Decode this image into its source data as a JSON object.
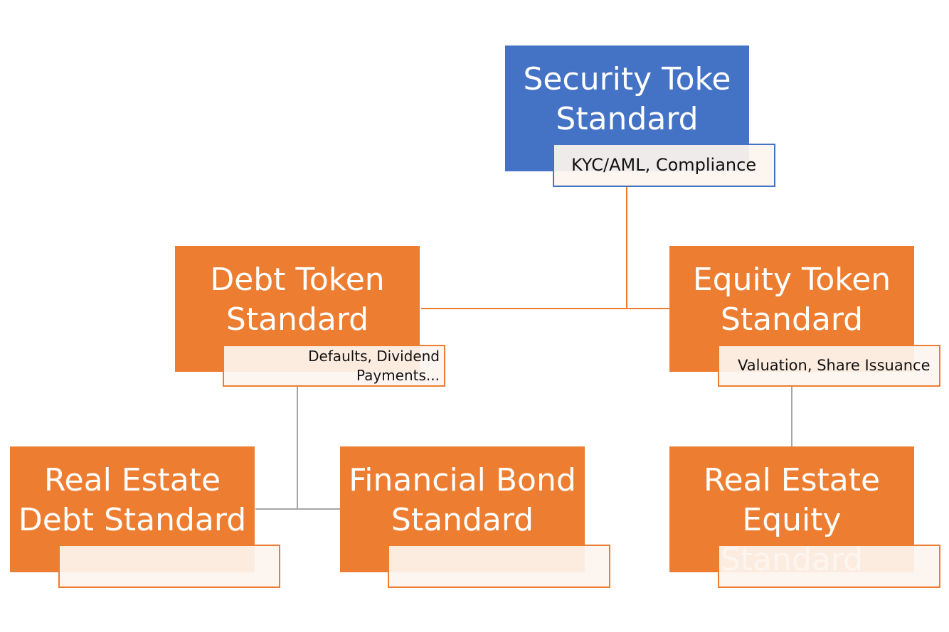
{
  "colors": {
    "root_fill": "#4472c4",
    "child_fill": "#ed7d31",
    "connector_orange": "#ed7d31",
    "connector_grey": "#a5a5a5",
    "note_border_blue": "#4472c4",
    "note_border_orange": "#ed7d31"
  },
  "nodes": {
    "root": {
      "label": "Security Toke\nStandard",
      "note": "KYC/AML, Compliance"
    },
    "debt": {
      "label": "Debt Token\nStandard",
      "note": "Defaults, Dividend\nPayments..."
    },
    "equity": {
      "label": "Equity Token\nStandard",
      "note": "Valuation, Share Issuance"
    },
    "re_debt": {
      "label": "Real Estate\nDebt Standard",
      "note": ""
    },
    "bond": {
      "label": "Financial Bond\nStandard",
      "note": ""
    },
    "re_equity": {
      "label": "Real Estate\nEquity Standard",
      "note": ""
    }
  }
}
